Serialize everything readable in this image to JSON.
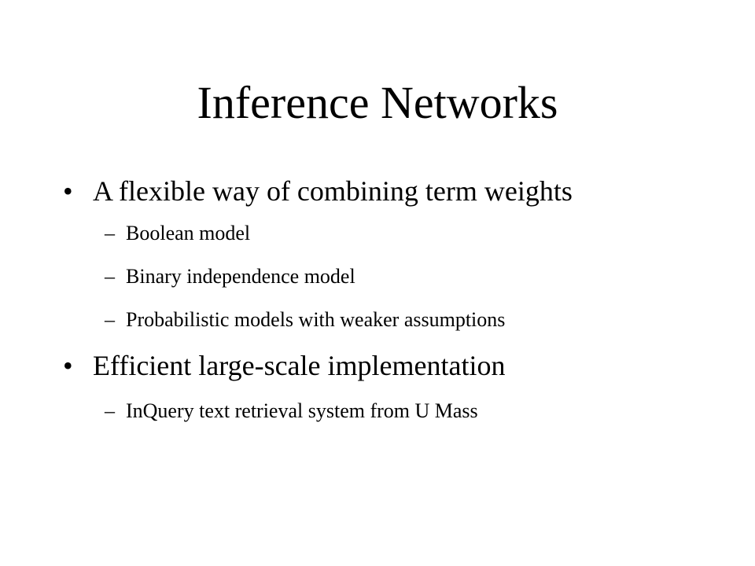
{
  "slide": {
    "title": "Inference Networks",
    "bullet_glyph": "•",
    "dash_glyph": "–",
    "bullets": [
      {
        "text": "A flexible way of combining term weights",
        "subitems": [
          "Boolean model",
          "Binary independence model",
          "Probabilistic models with weaker assumptions"
        ]
      },
      {
        "text": "Efficient large-scale implementation",
        "subitems": [
          "InQuery text retrieval system from U Mass"
        ]
      }
    ]
  }
}
